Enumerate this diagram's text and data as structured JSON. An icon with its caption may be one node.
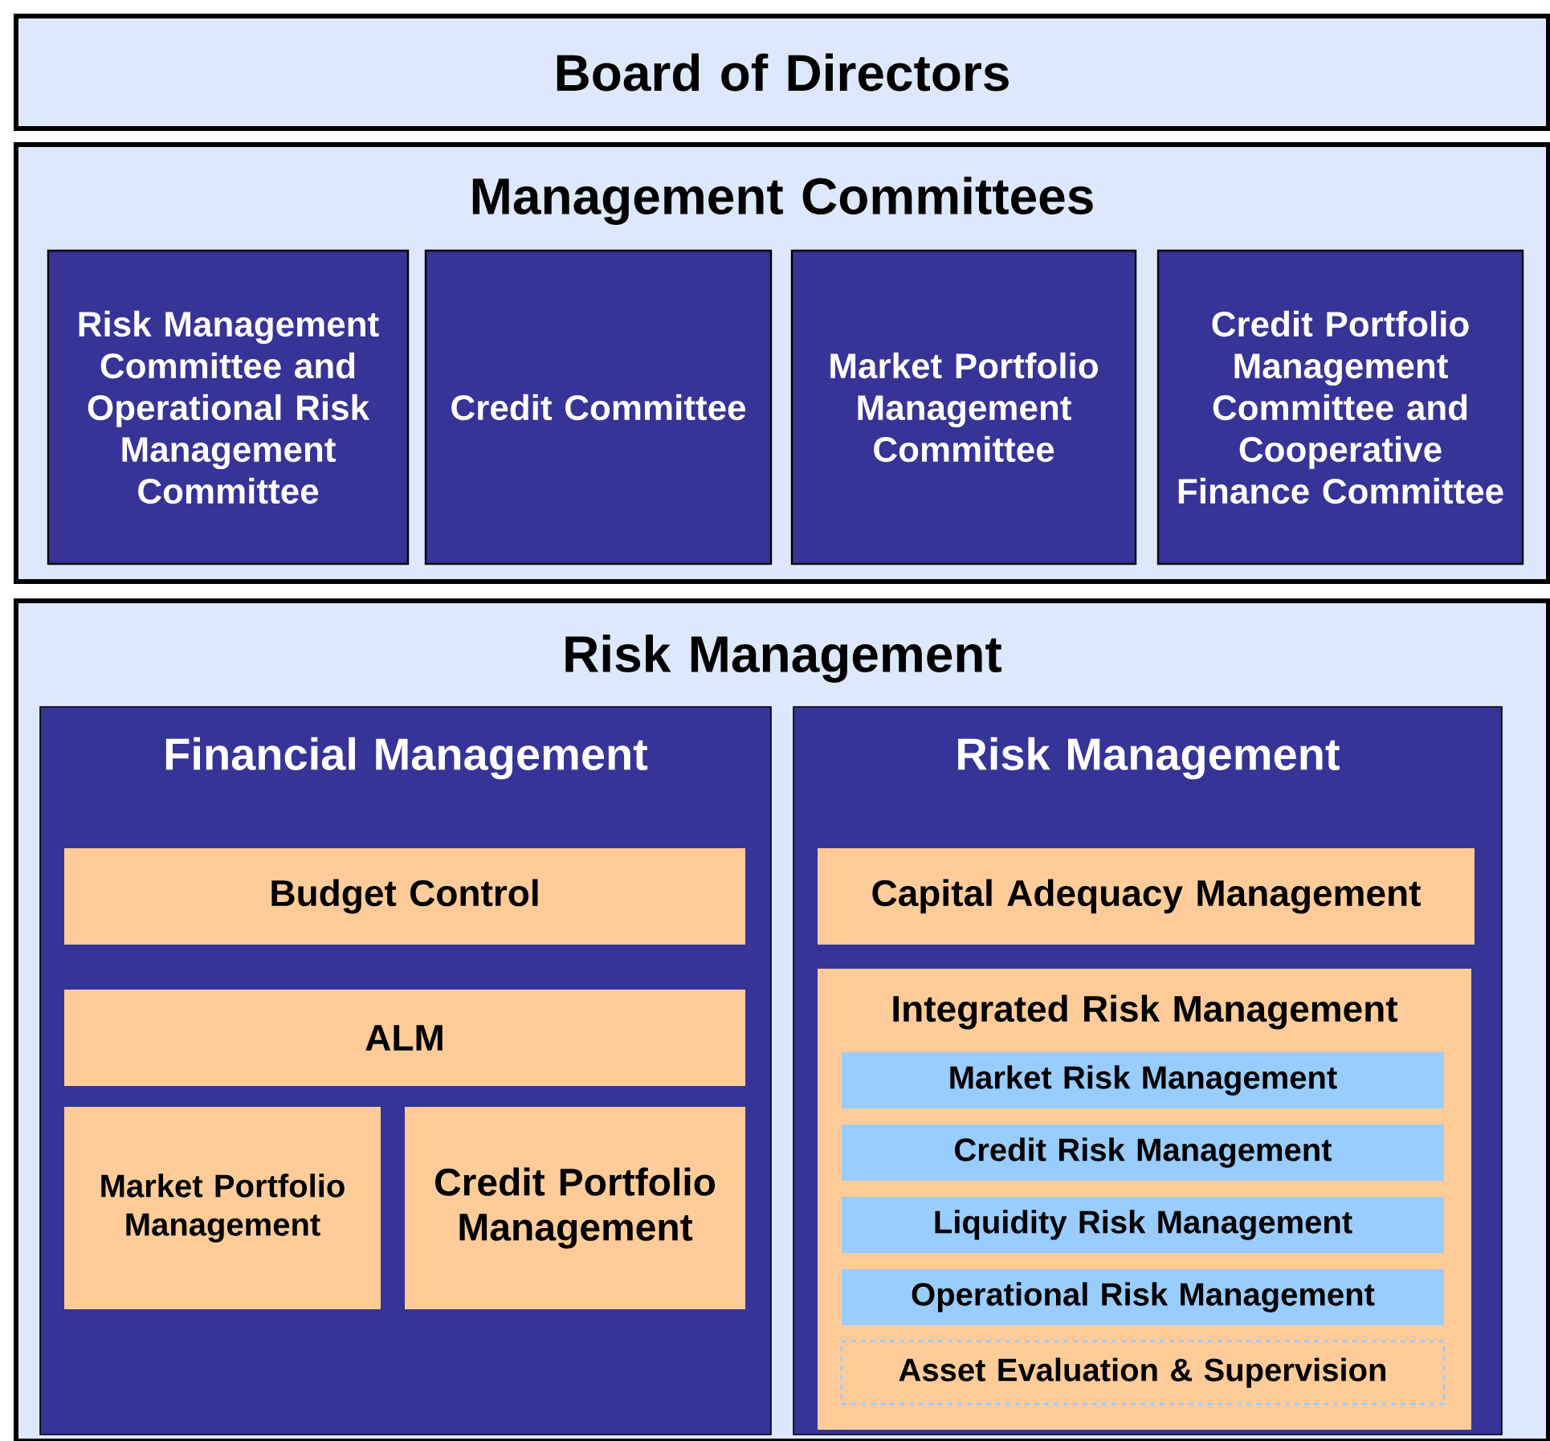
{
  "diagram": {
    "nodes": [
      {
        "text": [
          "Board of Directors"
        ]
      },
      {
        "text": [
          "Management Committees"
        ]
      },
      {
        "text": [
          "Risk Management Committee and Operational Risk Management Committee"
        ],
        "in": 1
      },
      {
        "text": [
          "Credit Committee"
        ],
        "in": 1
      },
      {
        "text": [
          "Market Portfolio Management Committee"
        ],
        "in": 1
      },
      {
        "text": [
          "Credit Portfolio Management Committee and Cooperative Finance Committee"
        ],
        "in": 1
      },
      {
        "text": [
          "Risk Management"
        ]
      },
      {
        "text": [
          "Financial Management"
        ],
        "in": 6
      },
      {
        "text": [
          "Budget Control"
        ],
        "in": 7
      },
      {
        "text": [
          "ALM"
        ],
        "in": 7
      },
      {
        "text": [
          "Market Portfolio Management"
        ],
        "in": 7
      },
      {
        "text": [
          "Credit Portfolio Management"
        ],
        "in": 7
      },
      {
        "text": [
          "Risk Management"
        ],
        "in": 6
      },
      {
        "text": [
          "Capital Adequacy Management"
        ],
        "in": 12
      },
      {
        "text": [
          "Integrated Risk Management"
        ],
        "in": 12
      },
      {
        "text": [
          "Market Risk Management"
        ],
        "in": 14
      },
      {
        "text": [
          "Credit Risk Management"
        ],
        "in": 14
      },
      {
        "text": [
          "Liquidity Risk Management"
        ],
        "in": 14
      },
      {
        "text": [
          "Operational Risk Management"
        ],
        "in": 14
      },
      {
        "text": [
          "Asset Evaluation & Supervision"
        ],
        "in": 14
      }
    ]
  }
}
